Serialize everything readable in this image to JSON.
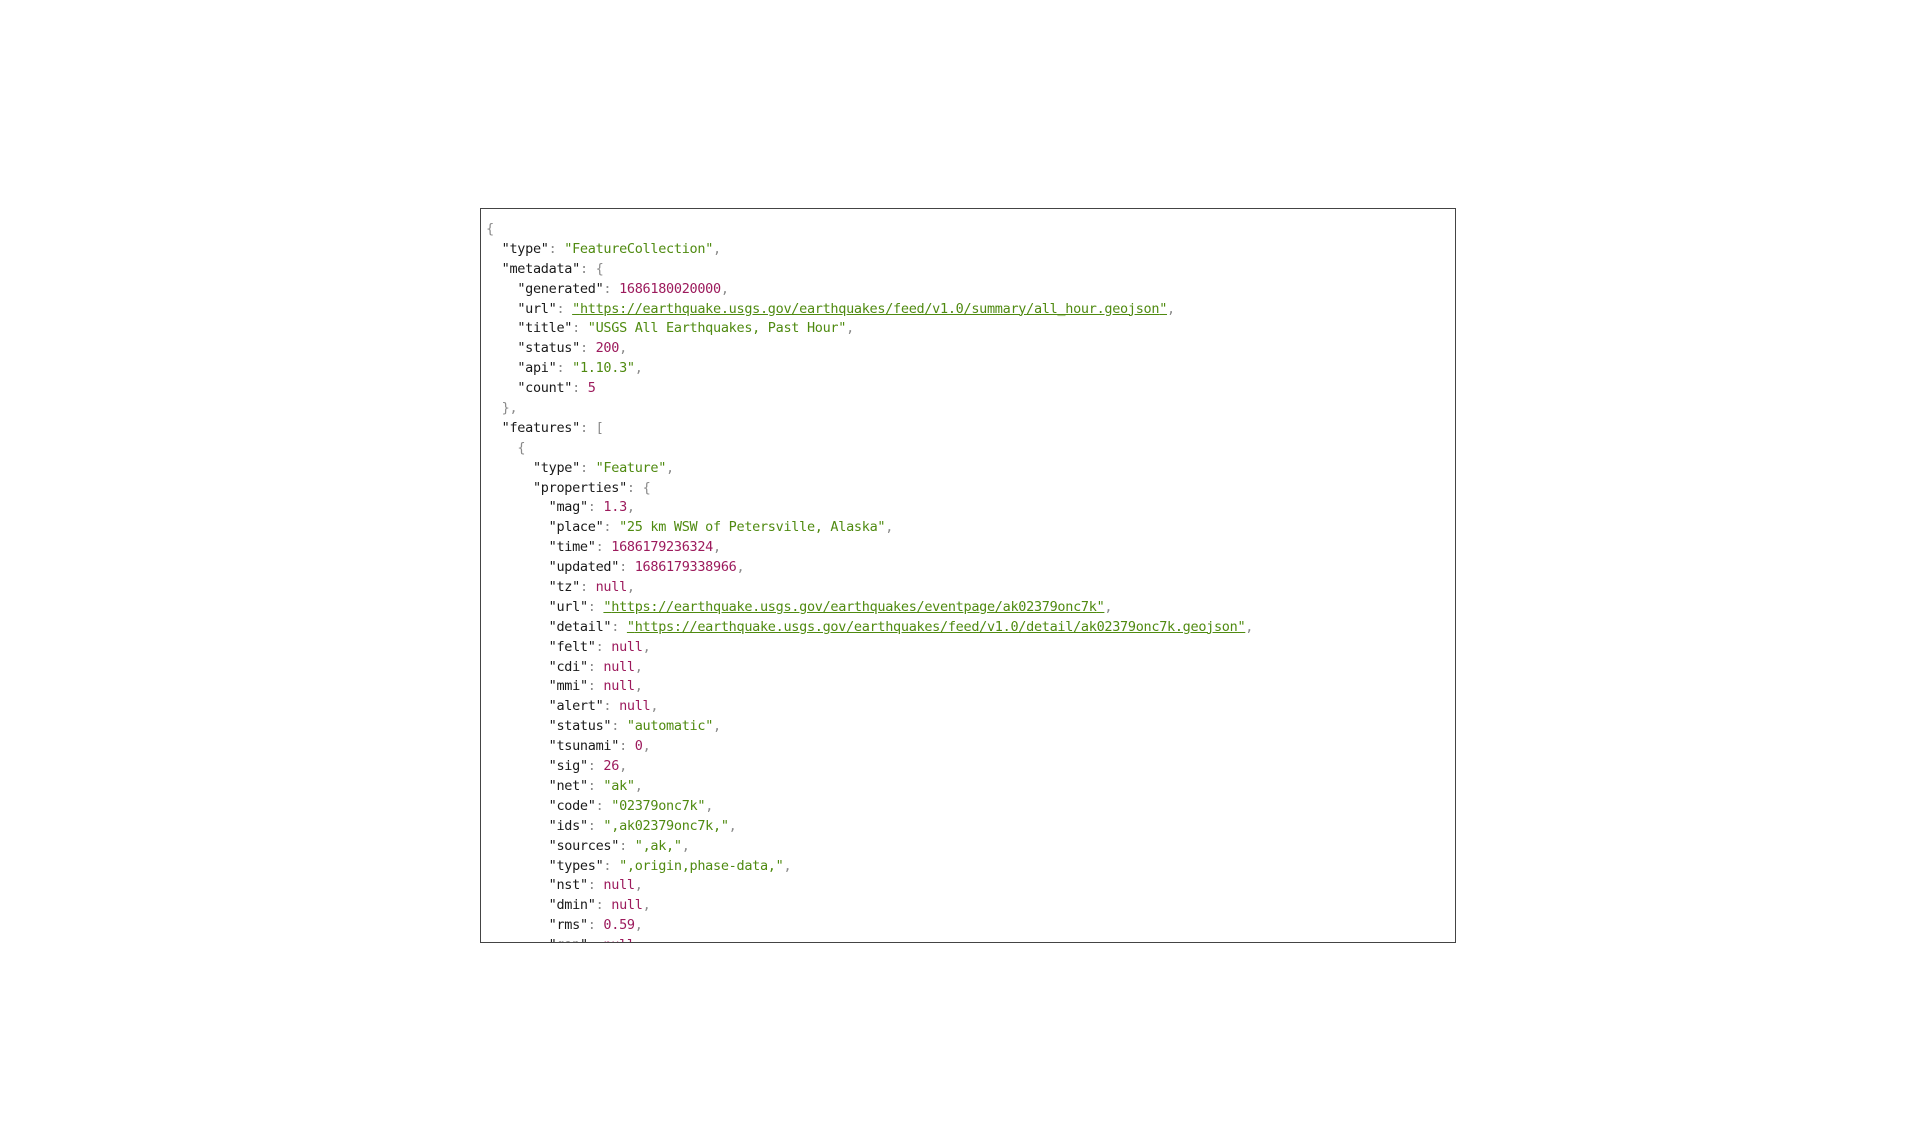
{
  "colors": {
    "string": "#4f8a10",
    "number": "#9c1a5c",
    "literal": "#9c1a5c",
    "key": "#1a1a1a",
    "punctuation": "#8a8a8a",
    "border": "#444444"
  },
  "json_lines": [
    {
      "indent": 0,
      "open": "{"
    },
    {
      "indent": 1,
      "key": "type",
      "kind": "str",
      "value": "FeatureCollection",
      "comma": true
    },
    {
      "indent": 1,
      "key": "metadata",
      "open": "{"
    },
    {
      "indent": 2,
      "key": "generated",
      "kind": "num",
      "value": "1686180020000",
      "comma": true
    },
    {
      "indent": 2,
      "key": "url",
      "kind": "url",
      "value": "https://earthquake.usgs.gov/earthquakes/feed/v1.0/summary/all_hour.geojson",
      "comma": true
    },
    {
      "indent": 2,
      "key": "title",
      "kind": "str",
      "value": "USGS All Earthquakes, Past Hour",
      "comma": true
    },
    {
      "indent": 2,
      "key": "status",
      "kind": "num",
      "value": "200",
      "comma": true
    },
    {
      "indent": 2,
      "key": "api",
      "kind": "str",
      "value": "1.10.3",
      "comma": true
    },
    {
      "indent": 2,
      "key": "count",
      "kind": "num",
      "value": "5",
      "comma": false
    },
    {
      "indent": 1,
      "close": "}",
      "comma": true
    },
    {
      "indent": 1,
      "key": "features",
      "open": "["
    },
    {
      "indent": 2,
      "open": "{"
    },
    {
      "indent": 3,
      "key": "type",
      "kind": "str",
      "value": "Feature",
      "comma": true
    },
    {
      "indent": 3,
      "key": "properties",
      "open": "{"
    },
    {
      "indent": 4,
      "key": "mag",
      "kind": "num",
      "value": "1.3",
      "comma": true
    },
    {
      "indent": 4,
      "key": "place",
      "kind": "str",
      "value": "25 km WSW of Petersville, Alaska",
      "comma": true
    },
    {
      "indent": 4,
      "key": "time",
      "kind": "num",
      "value": "1686179236324",
      "comma": true
    },
    {
      "indent": 4,
      "key": "updated",
      "kind": "num",
      "value": "1686179338966",
      "comma": true
    },
    {
      "indent": 4,
      "key": "tz",
      "kind": "lit",
      "value": "null",
      "comma": true
    },
    {
      "indent": 4,
      "key": "url",
      "kind": "url",
      "value": "https://earthquake.usgs.gov/earthquakes/eventpage/ak02379onc7k",
      "comma": true
    },
    {
      "indent": 4,
      "key": "detail",
      "kind": "url",
      "value": "https://earthquake.usgs.gov/earthquakes/feed/v1.0/detail/ak02379onc7k.geojson",
      "comma": true
    },
    {
      "indent": 4,
      "key": "felt",
      "kind": "lit",
      "value": "null",
      "comma": true
    },
    {
      "indent": 4,
      "key": "cdi",
      "kind": "lit",
      "value": "null",
      "comma": true
    },
    {
      "indent": 4,
      "key": "mmi",
      "kind": "lit",
      "value": "null",
      "comma": true
    },
    {
      "indent": 4,
      "key": "alert",
      "kind": "lit",
      "value": "null",
      "comma": true
    },
    {
      "indent": 4,
      "key": "status",
      "kind": "str",
      "value": "automatic",
      "comma": true
    },
    {
      "indent": 4,
      "key": "tsunami",
      "kind": "num",
      "value": "0",
      "comma": true
    },
    {
      "indent": 4,
      "key": "sig",
      "kind": "num",
      "value": "26",
      "comma": true
    },
    {
      "indent": 4,
      "key": "net",
      "kind": "str",
      "value": "ak",
      "comma": true
    },
    {
      "indent": 4,
      "key": "code",
      "kind": "str",
      "value": "02379onc7k",
      "comma": true
    },
    {
      "indent": 4,
      "key": "ids",
      "kind": "str",
      "value": ",ak02379onc7k,",
      "comma": true
    },
    {
      "indent": 4,
      "key": "sources",
      "kind": "str",
      "value": ",ak,",
      "comma": true
    },
    {
      "indent": 4,
      "key": "types",
      "kind": "str",
      "value": ",origin,phase-data,",
      "comma": true
    },
    {
      "indent": 4,
      "key": "nst",
      "kind": "lit",
      "value": "null",
      "comma": true
    },
    {
      "indent": 4,
      "key": "dmin",
      "kind": "lit",
      "value": "null",
      "comma": true
    },
    {
      "indent": 4,
      "key": "rms",
      "kind": "num",
      "value": "0.59",
      "comma": true
    },
    {
      "indent": 4,
      "key": "gap",
      "kind": "lit",
      "value": "null",
      "comma": true
    }
  ]
}
